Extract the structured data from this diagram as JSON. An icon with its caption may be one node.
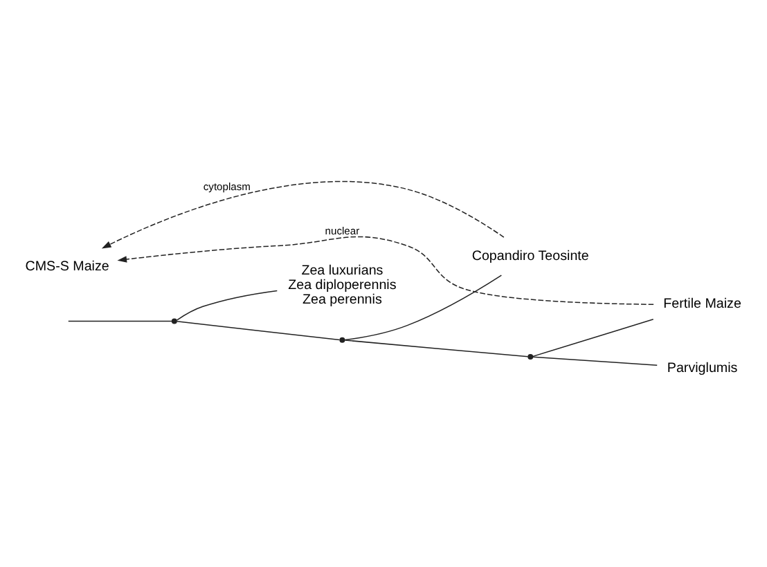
{
  "diagram": {
    "nodes": [
      {
        "text": [],
        "shape": "point"
      },
      {
        "text": [
          "Zea luxurians",
          "Zea diploperennis",
          "Zea perennis"
        ]
      },
      {
        "text": [],
        "shape": "point"
      },
      {
        "text": [
          "Copandiro Teosinte"
        ]
      },
      {
        "text": [
          "CMS-S Maize"
        ]
      },
      {
        "text": [],
        "shape": "point"
      },
      {
        "text": [
          "Fertile Maize"
        ]
      },
      {
        "text": [
          "Parviglumis"
        ]
      }
    ],
    "edges": [
      {
        "from": null,
        "to": 0,
        "arrow": "none"
      },
      {
        "from": 0,
        "to": 1,
        "arrow": "none"
      },
      {
        "from": 0,
        "to": 2,
        "arrow": "none"
      },
      {
        "from": 2,
        "to": 3,
        "arrow": "none"
      },
      {
        "from": 2,
        "to": 5,
        "arrow": "none"
      },
      {
        "from": 5,
        "to": 6,
        "arrow": "none"
      },
      {
        "from": 5,
        "to": 7,
        "arrow": "none"
      },
      {
        "from": 3,
        "to": 4,
        "arrow": "to",
        "label": "cytoplasm",
        "style": "dashed"
      },
      {
        "from": 6,
        "to": 4,
        "arrow": "to",
        "label": "nuclear",
        "style": "dashed"
      }
    ]
  }
}
